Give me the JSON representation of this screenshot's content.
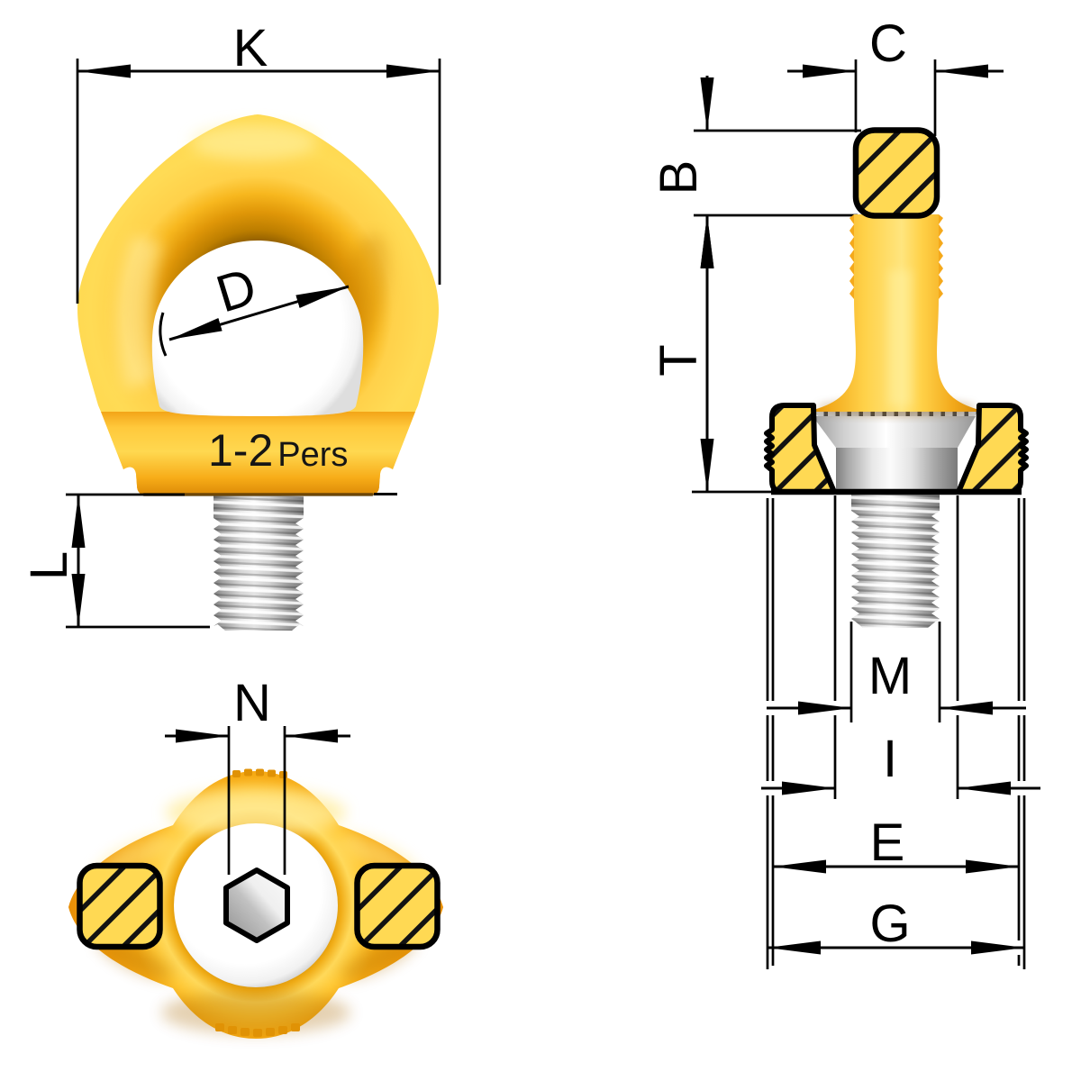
{
  "drawing": {
    "kind": "technical dimension drawing of a swivel lifting eye bolt",
    "product_marking": {
      "capacity": "1-2",
      "suffix": "Pers"
    },
    "views": {
      "front": {
        "title": "front view",
        "dim_labels": [
          "K",
          "D",
          "L"
        ]
      },
      "side": {
        "title": "sectioned side view",
        "dim_labels": [
          "C",
          "B",
          "T",
          "M",
          "I",
          "E",
          "G"
        ]
      },
      "top": {
        "title": "top view",
        "dim_labels": [
          "N"
        ]
      }
    },
    "dim": {
      "K": "K",
      "D": "D",
      "L": "L",
      "C": "C",
      "B": "B",
      "T": "T",
      "N": "N",
      "M": "M",
      "I": "I",
      "E": "E",
      "G": "G"
    },
    "colors": {
      "body_yellow": "#FFD94E",
      "body_orange": "#F2A414",
      "body_deep_orange": "#C07C00",
      "section_fill": "#FFD953",
      "steel_light": "#F7F7F7",
      "steel_dark": "#7F7F7F",
      "line": "#000000",
      "background": "#FFFFFF"
    }
  }
}
